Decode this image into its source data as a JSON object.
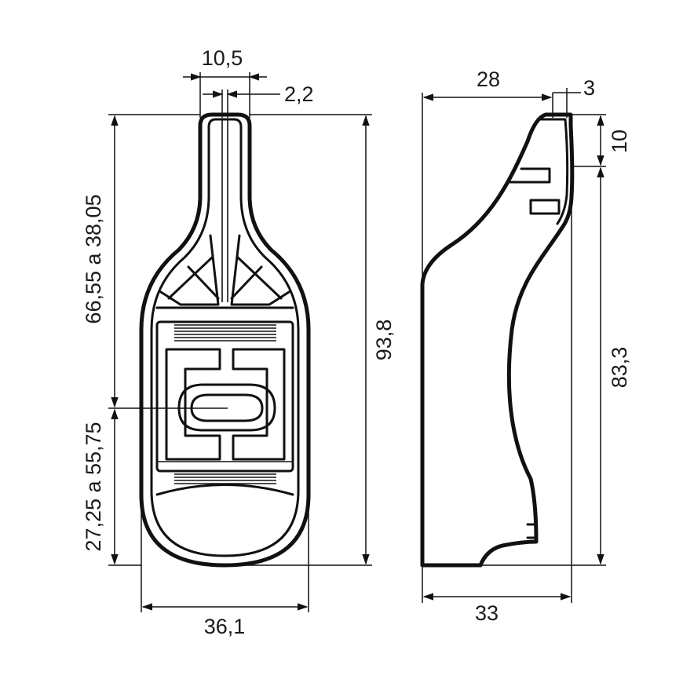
{
  "dimensions": {
    "top_width": "10,5",
    "slot_width": "2,2",
    "total_height": "93,8",
    "upper_range": "66,55 a 38,05",
    "lower_range": "27,25 a 55,75",
    "body_width": "36,1",
    "side_top_depth": "28",
    "side_lip": "3",
    "side_top_height": "10",
    "side_height": "83,3",
    "side_depth": "33"
  }
}
